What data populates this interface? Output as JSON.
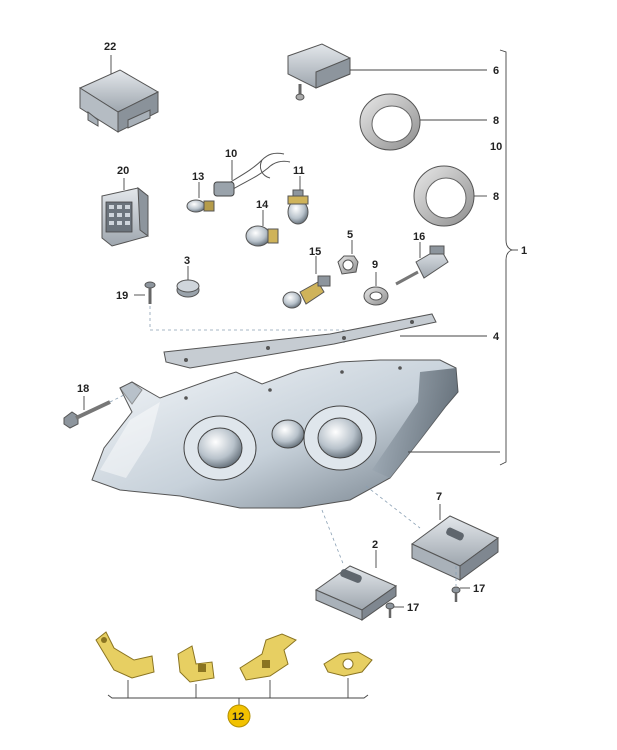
{
  "labels": {
    "p1": "1",
    "p2": "2",
    "p3": "3",
    "p4": "4",
    "p5": "5",
    "p6": "6",
    "p7": "7",
    "p8a": "8",
    "p8b": "8",
    "p9": "9",
    "p10": "10",
    "p11": "11",
    "p12": "12",
    "p13": "13",
    "p14": "14",
    "p15": "15",
    "p16": "16",
    "p17a": "17",
    "p17b": "17",
    "p18": "18",
    "p19": "19",
    "p20": "20",
    "p22": "22"
  },
  "colors": {
    "badge": "#f2c200",
    "housing_light": "#eef3f7",
    "housing_dark": "#7f8c98",
    "line": "#444444",
    "bracket": "#e7cf62"
  }
}
